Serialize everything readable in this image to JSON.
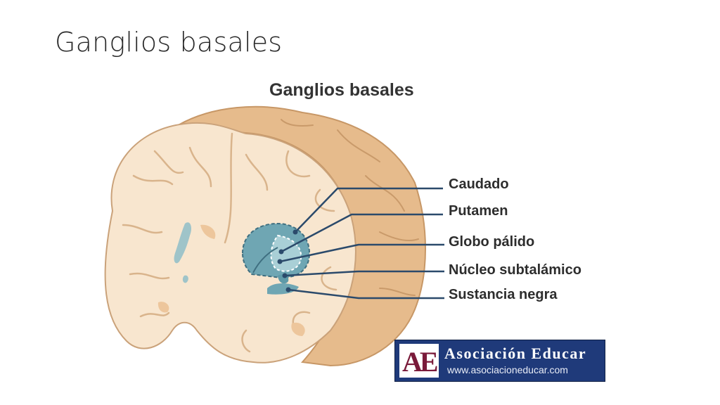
{
  "slide": {
    "title": "Ganglios basales"
  },
  "figure": {
    "title": "Ganglios basales"
  },
  "labels": [
    {
      "id": "caudado",
      "text": "Caudado"
    },
    {
      "id": "putamen",
      "text": "Putamen"
    },
    {
      "id": "globo",
      "text": "Globo pálido"
    },
    {
      "id": "subtalamico",
      "text": "Núcleo subtalámico"
    },
    {
      "id": "sustancia",
      "text": "Sustancia negra"
    }
  ],
  "logo": {
    "mark": "AE",
    "name": "Asociación Educar",
    "url": "www.asociacioneducar.com"
  },
  "colors": {
    "brain_light": "#f8e6cf",
    "brain_cut": "#e3b889",
    "nucleus": "#5f9aa8",
    "leader": "#2b4a6b",
    "logo_bg": "#1f3a7a"
  }
}
